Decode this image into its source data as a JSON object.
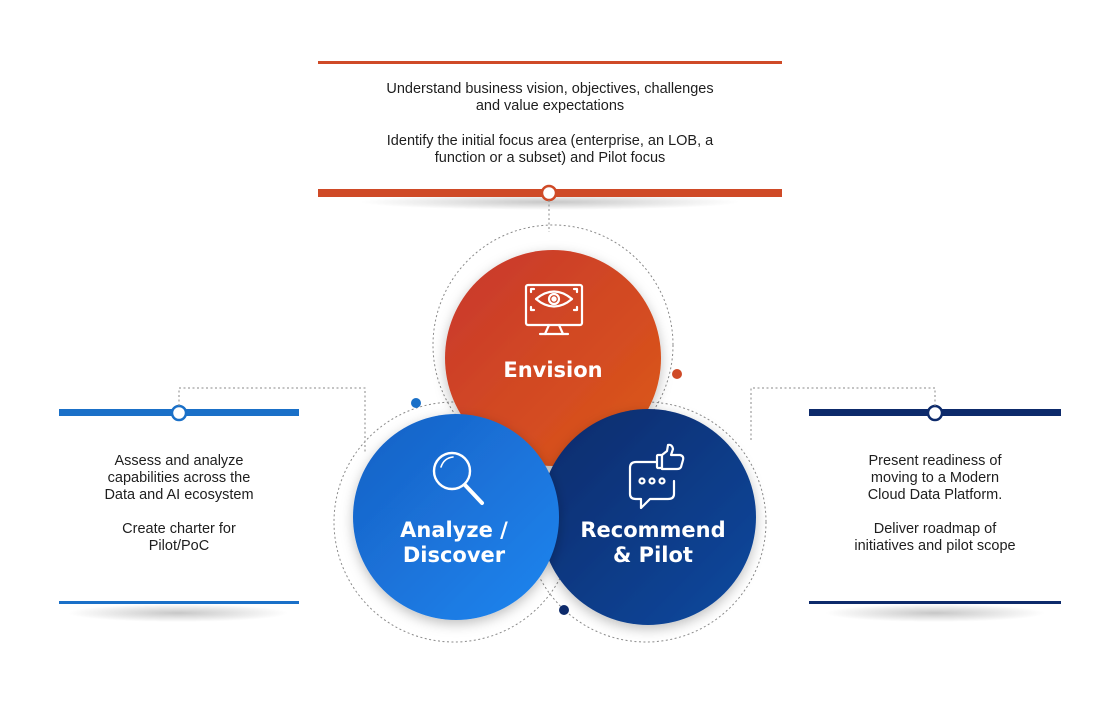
{
  "colors": {
    "envision_start": "#c8372e",
    "envision_end": "#dc5a18",
    "analyze_start": "#1760c4",
    "analyze_end": "#1e86f0",
    "recommend_start": "#0e2a6a",
    "recommend_end": "#0b4aa0",
    "top_bar": "#cf4a27",
    "left_bar": "#1a70c8",
    "right_bar": "#0d2a6b",
    "dotted": "#8a8a8a"
  },
  "top_box": {
    "para1": "Understand business vision, objectives, challenges\nand value expectations",
    "para2": "Identify the initial focus area (enterprise, an LOB, a\nfunction or a subset) and Pilot focus"
  },
  "left_box": {
    "para1": "Assess and analyze\ncapabilities across the\nData and AI ecosystem",
    "para2": "Create charter for\nPilot/PoC"
  },
  "right_box": {
    "para1": "Present readiness of\nmoving to a Modern\nCloud Data Platform.",
    "para2": "Deliver roadmap of\ninitiatives and pilot scope"
  },
  "circles": {
    "envision": {
      "label": "Envision",
      "icon": "monitor-eye-icon"
    },
    "analyze": {
      "label": "Analyze /\nDiscover",
      "icon": "magnifier-icon"
    },
    "recommend": {
      "label": "Recommend\n& Pilot",
      "icon": "thumbs-up-chat-icon"
    }
  }
}
